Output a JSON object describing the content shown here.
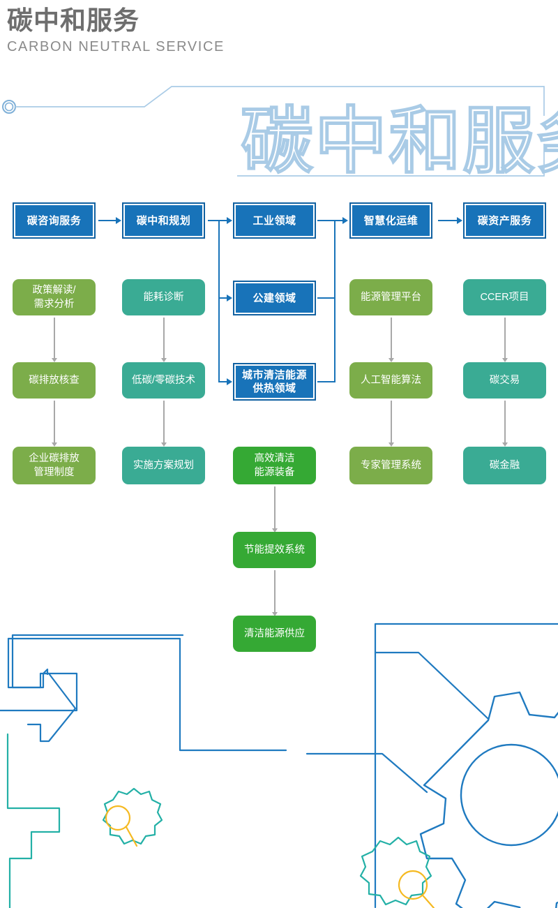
{
  "header": {
    "title_cn": "碳中和服务",
    "title_en": "CARBON NEUTRAL SERVICE",
    "watermark_text": "碳中和服务",
    "circle_icon": "ring-circle-icon",
    "frame_color": "#a9cbe6"
  },
  "colors": {
    "blue": "#1873b9",
    "blue_border": "#1161a1",
    "olive": "#7cad4a",
    "teal": "#3aab94",
    "grass": "#35a934",
    "arrow_grey": "#a8a8a8",
    "deco_blue": "#1f7ac0",
    "deco_teal": "#23b0a6",
    "deco_amber": "#f5b921",
    "heading_grey": "#6e6e6e",
    "sub_grey": "#8a8a8a"
  },
  "flow": {
    "top_row": [
      {
        "id": "carbon-consulting",
        "label": "碳咨询服务"
      },
      {
        "id": "carbon-neutral-planning",
        "label": "碳中和规划"
      },
      {
        "id": "industrial-sector",
        "label": "工业领域"
      },
      {
        "id": "smart-om",
        "label": "智慧化运维"
      },
      {
        "id": "carbon-asset-service",
        "label": "碳资产服务"
      }
    ],
    "middle_branches": [
      {
        "id": "public-building-sector",
        "label": "公建领域"
      },
      {
        "id": "urban-clean-heating",
        "label": "城市清洁能源\n供热领域",
        "line1": "城市清洁能源",
        "line2": "供热领域"
      }
    ],
    "columns": [
      {
        "id": "column-carbon-consulting",
        "style": "olive",
        "items": [
          {
            "line1": "政策解读/",
            "line2": "需求分析"
          },
          {
            "line1": "碳排放核查",
            "line2": ""
          },
          {
            "line1": "企业碳排放",
            "line2": "管理制度"
          }
        ]
      },
      {
        "id": "column-carbon-neutral-planning",
        "style": "teal",
        "items": [
          {
            "line1": "能耗诊断",
            "line2": ""
          },
          {
            "line1": "低碳/零碳技术",
            "line2": ""
          },
          {
            "line1": "实施方案规划",
            "line2": ""
          }
        ]
      },
      {
        "id": "column-clean-energy",
        "style": "grass",
        "items": [
          {
            "line1": "高效清洁",
            "line2": "能源装备"
          },
          {
            "line1": "节能提效系统",
            "line2": ""
          },
          {
            "line1": "清洁能源供应",
            "line2": ""
          }
        ]
      },
      {
        "id": "column-smart-om",
        "style": "olive",
        "items": [
          {
            "line1": "能源管理平台",
            "line2": ""
          },
          {
            "line1": "人工智能算法",
            "line2": ""
          },
          {
            "line1": "专家管理系统",
            "line2": ""
          }
        ]
      },
      {
        "id": "column-carbon-asset",
        "style": "teal",
        "items": [
          {
            "line1": "CCER项目",
            "line2": ""
          },
          {
            "line1": "碳交易",
            "line2": ""
          },
          {
            "line1": "碳金融",
            "line2": ""
          }
        ]
      }
    ]
  },
  "decoration": {
    "arrow_outline": "right-arrow-outline-icon",
    "large_gear": "gear-outline-icon",
    "small_gear": "gear-outline-small-icon",
    "magnifier": "magnifier-icon"
  }
}
